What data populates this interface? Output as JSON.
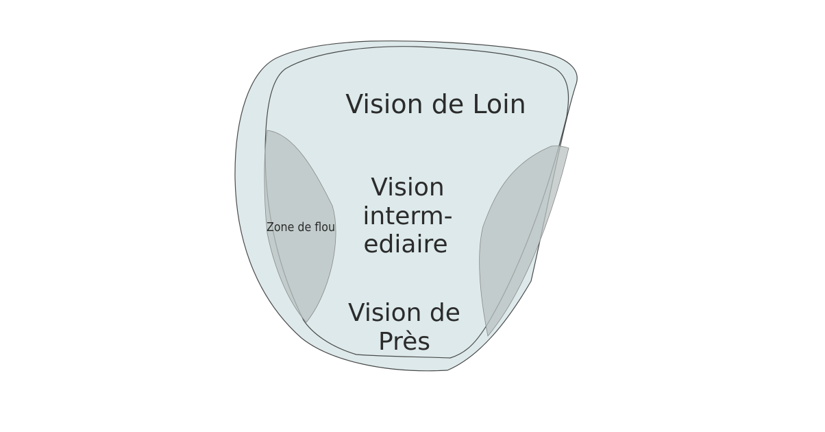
{
  "labels": {
    "far": "Vision de Loin",
    "intermediate": [
      "Vision",
      "interm-",
      "ediaire"
    ],
    "near": [
      "Vision de",
      "Près"
    ],
    "blur": "Zone de flou"
  },
  "colors": {
    "lens_fill": "#dde9ea",
    "blur_fill": "#c2cbca",
    "outline": "#4a4a4a",
    "text": "#2b2b2b"
  }
}
